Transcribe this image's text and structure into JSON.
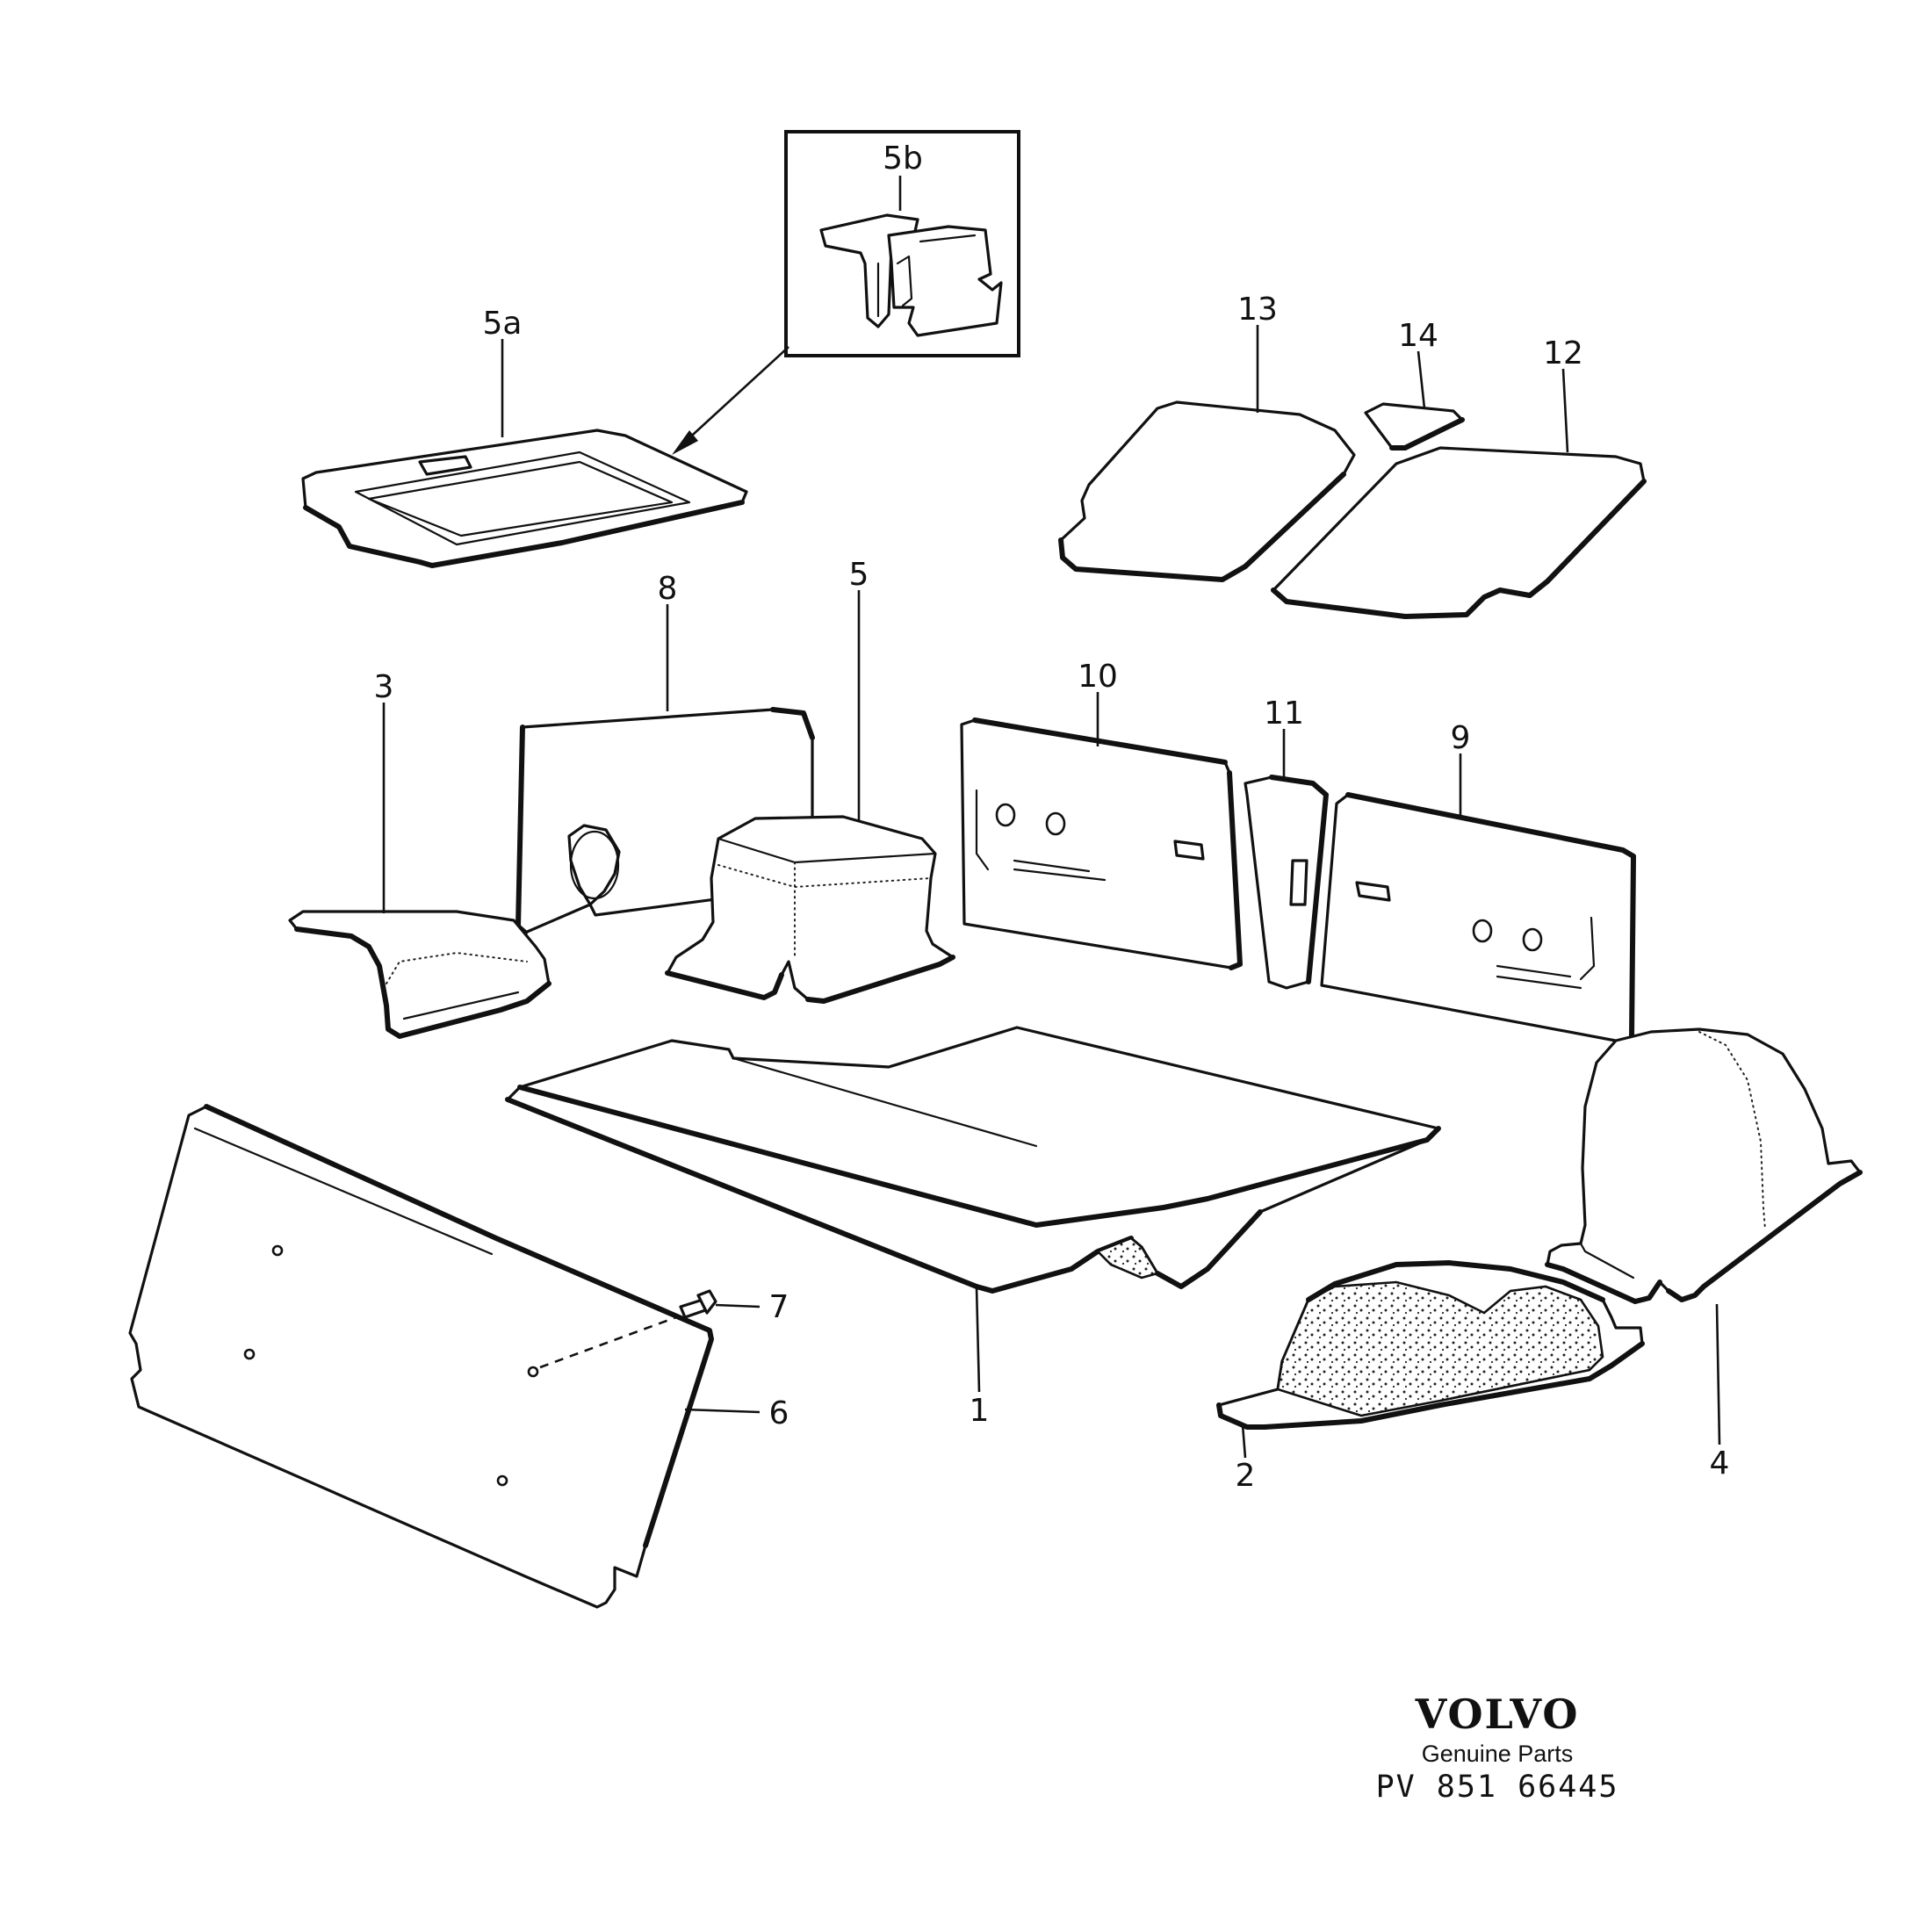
{
  "diagram": {
    "callouts": {
      "c1": "1",
      "c2": "2",
      "c3": "3",
      "c4": "4",
      "c5": "5",
      "c5a": "5a",
      "c5b": "5b",
      "c6": "6",
      "c7": "7",
      "c8": "8",
      "c9": "9",
      "c10": "10",
      "c11": "11",
      "c12": "12",
      "c13": "13",
      "c14": "14"
    }
  },
  "brand": {
    "logo": "VOLVO",
    "tagline": "Genuine Parts"
  },
  "drawing_number": "PV 851 66445",
  "colors": {
    "ink": "#111111",
    "paper": "#ffffff"
  }
}
